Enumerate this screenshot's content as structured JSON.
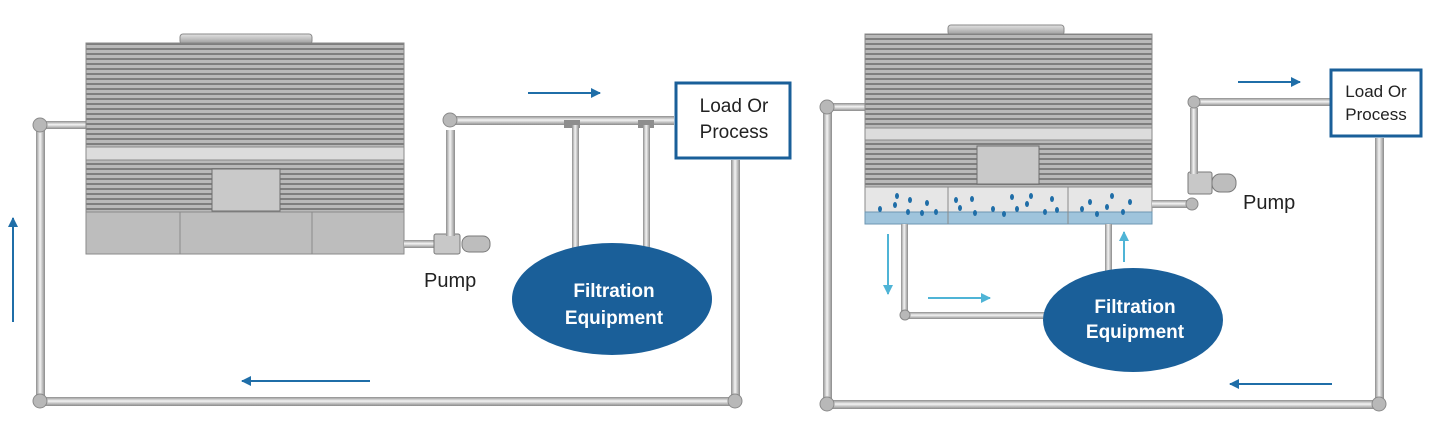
{
  "diagrams": [
    {
      "load_box": {
        "line1": "Load Or",
        "line2": "Process"
      },
      "pump_label": "Pump",
      "filtration": {
        "line1": "Filtration",
        "line2": "Equipment"
      }
    },
    {
      "load_box": {
        "line1": "Load Or",
        "line2": "Process"
      },
      "pump_label": "Pump",
      "filtration": {
        "line1": "Filtration",
        "line2": "Equipment"
      }
    }
  ],
  "colors": {
    "flow_arrow_dark": "#1f6ea8",
    "flow_arrow_light": "#4fb4d6",
    "filtration_fill": "#1a5f99",
    "load_box_border": "#1a5f99",
    "water": "#9fc4dc",
    "droplet": "#1f6ea8"
  }
}
